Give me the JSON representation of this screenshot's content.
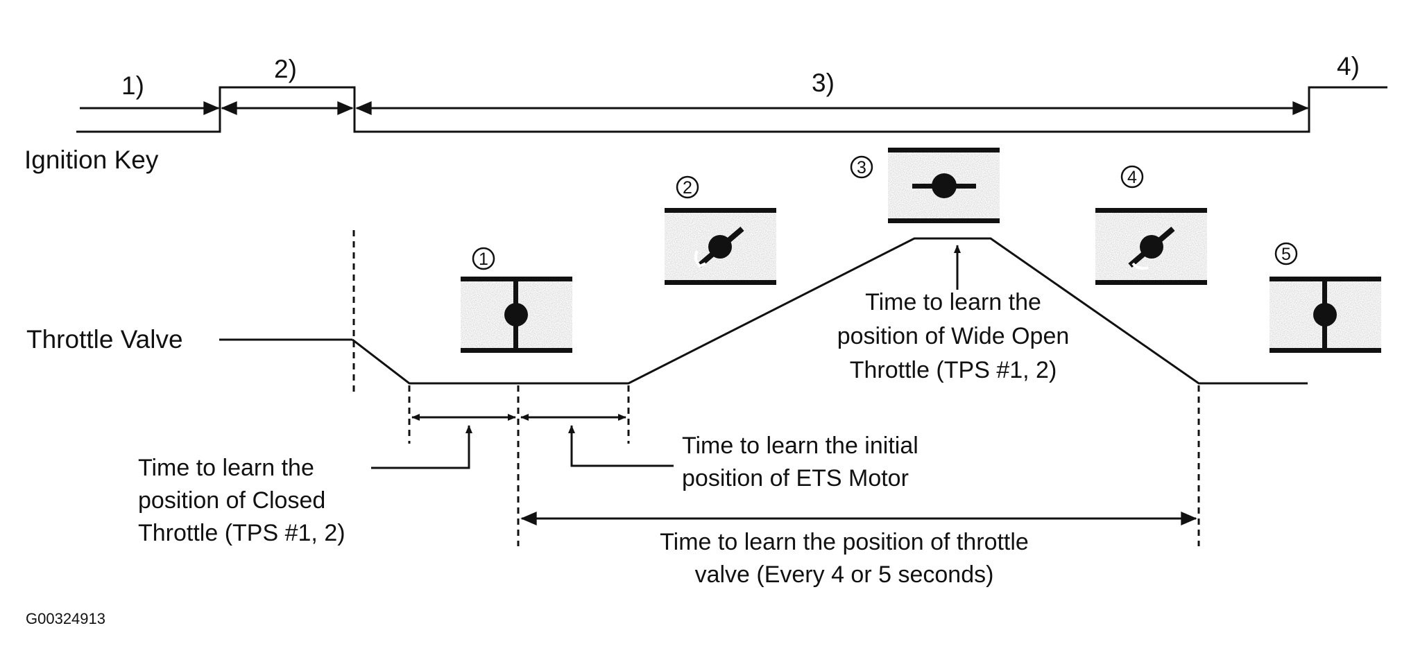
{
  "figure_id": "G00324913",
  "ignition": {
    "label": "Ignition Key",
    "phases": [
      "1)",
      "2)",
      "3)",
      "4)"
    ]
  },
  "throttle": {
    "label": "Throttle Valve",
    "positions": [
      "1",
      "2",
      "3",
      "4",
      "5"
    ]
  },
  "annotations": {
    "closed_throttle": [
      "Time to learn the",
      "position of Closed",
      "Throttle (TPS #1, 2)"
    ],
    "ets_motor": [
      "Time to learn the initial",
      "position of ETS Motor"
    ],
    "wide_open": [
      "Time to learn the",
      "position of Wide Open",
      "Throttle (TPS #1, 2)"
    ],
    "throttle_valve_interval": [
      "Time to learn the position of throttle",
      "valve (Every 4 or 5 seconds)"
    ]
  }
}
